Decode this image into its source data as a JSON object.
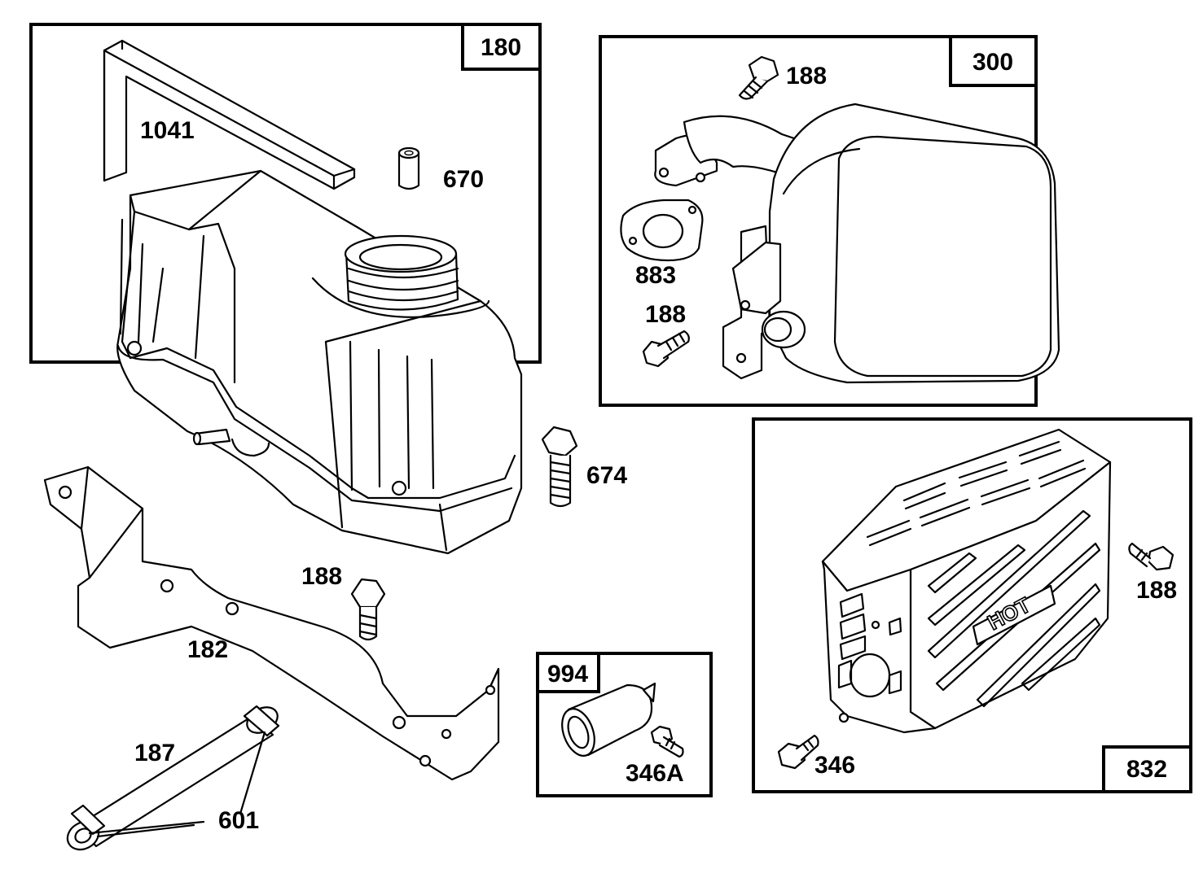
{
  "boxes": {
    "fuel_tank_kit": "180",
    "muffler_kit": "300",
    "muffler_guard_kit": "832",
    "fuel_shutoff_kit": "994"
  },
  "callouts": {
    "bracket": "1041",
    "spacer": "670",
    "bolt_674": "674",
    "fuel_tank_bracket": "182",
    "screw_tank": "188",
    "fuel_line": "187",
    "clamp": "601",
    "muffler_screw_top": "188",
    "gasket": "883",
    "muffler_screw_bottom": "188",
    "guard_screw_right": "188",
    "guard_screw_left": "346",
    "valve_screw": "346A"
  },
  "guard_text": "HOT"
}
